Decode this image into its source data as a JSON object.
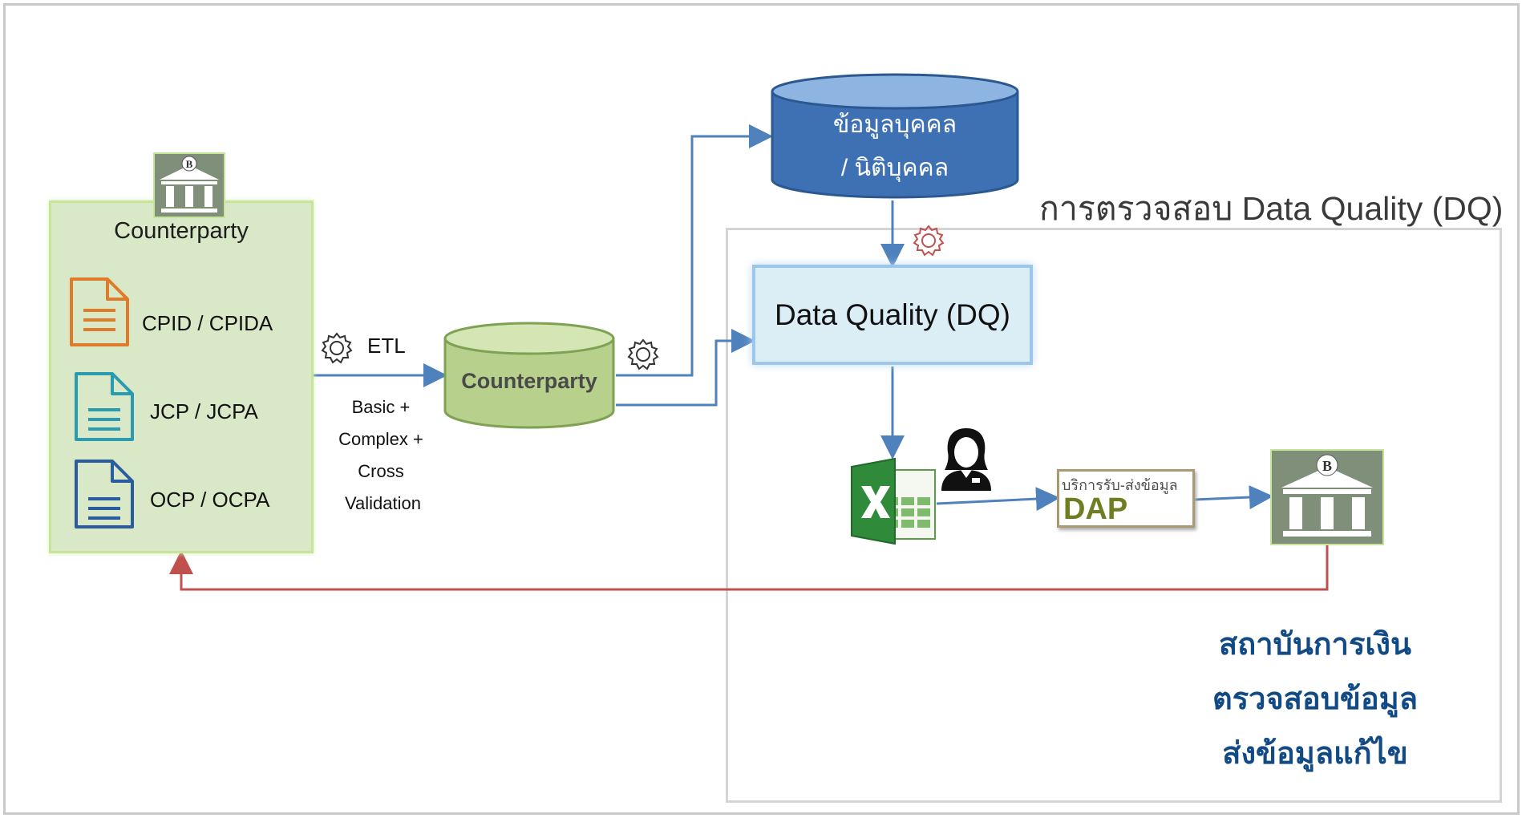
{
  "source_panel": {
    "title": "Counterparty",
    "documents": [
      {
        "label": "CPID / CPIDA",
        "color": "#e07b2b"
      },
      {
        "label": "JCP / JCPA",
        "color": "#2a9bb0"
      },
      {
        "label": "OCP / OCPA",
        "color": "#2a5d9e"
      }
    ]
  },
  "etl": {
    "label": "ETL",
    "validation_lines": [
      "Basic +",
      "Complex +",
      "Cross",
      "Validation"
    ]
  },
  "counterparty_db": {
    "label": "Counterparty",
    "color": "#b7d08c"
  },
  "person_db": {
    "line1": "ข้อมูลบุคคล",
    "line2": "/ นิติบุคคล",
    "color": "#3e71b4"
  },
  "dq_region": {
    "title": "การตรวจสอบ Data Quality  (DQ)"
  },
  "dq_process": {
    "label": "Data Quality (DQ)"
  },
  "dap": {
    "small_label": "บริการรับ-ส่งข้อมูล",
    "big_label": "DAP"
  },
  "financial_institution": {
    "lines": [
      "สถาบันการเงิน",
      "ตรวจสอบข้อมูล",
      "ส่งข้อมูลแก้ไข"
    ],
    "color": "#124a86"
  },
  "colors": {
    "flow_arrow": "#4f81bd",
    "feedback_arrow": "#c0504d"
  },
  "icons": [
    "bank-icon",
    "document-icon",
    "gear-icon",
    "excel-icon",
    "user-icon",
    "database-icon"
  ]
}
